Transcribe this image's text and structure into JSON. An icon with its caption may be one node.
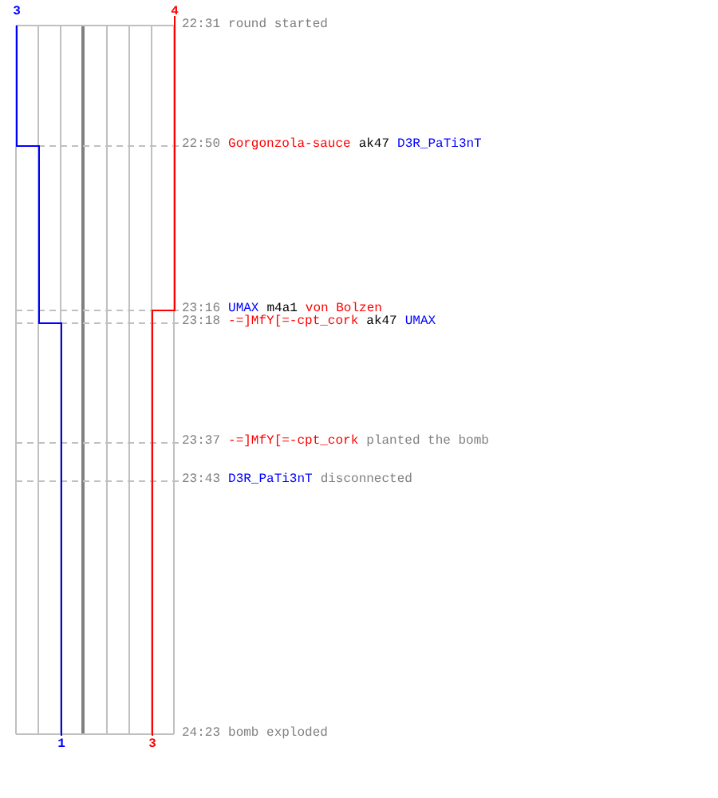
{
  "diagram": {
    "labels": [
      "3",
      "4",
      "22:31",
      "round started",
      "22:50",
      "Gorgonzola-sauce",
      "ak47",
      "D3R_PaTi3nT",
      "23:16",
      "UMAX",
      "m4a1",
      "von Bolzen",
      "23:18",
      "-=]MfY[=-cpt_cork",
      "ak47",
      "UMAX",
      "23:37",
      "-=]MfY[=-cpt_cork",
      "planted the bomb",
      "23:43",
      "D3R_PaTi3nT",
      "disconnected",
      "24:23",
      "bomb exploded",
      "1",
      "3"
    ]
  }
}
